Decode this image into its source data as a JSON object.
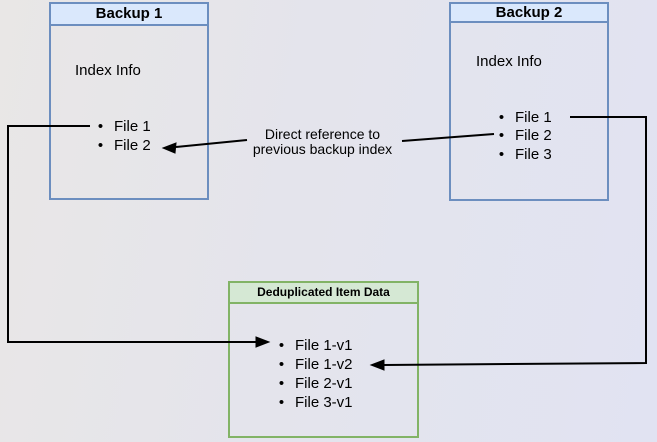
{
  "diagram": {
    "background_from": "#e9e7e6",
    "background_to": "#e1e3f2",
    "line_color": "#000000",
    "bullet": "•",
    "backup1": {
      "title": "Backup 1",
      "label": "Index Info",
      "files": [
        "File 1",
        "File 2"
      ],
      "fill": "#dae8fc",
      "border": "#6c8ebf"
    },
    "backup2": {
      "title": "Backup 2",
      "label": "Index Info",
      "files": [
        "File 1",
        "File 2",
        "File 3"
      ],
      "fill": "#dae8fc",
      "border": "#6c8ebf"
    },
    "dedup": {
      "title": "Deduplicated Item Data",
      "files": [
        "File 1-v1",
        "File 1-v2",
        "File 2-v1",
        "File 3-v1"
      ],
      "fill": "#d5e8d4",
      "border": "#82b366"
    },
    "annotation": {
      "line1": "Direct reference to",
      "line2": "previous backup index"
    }
  }
}
